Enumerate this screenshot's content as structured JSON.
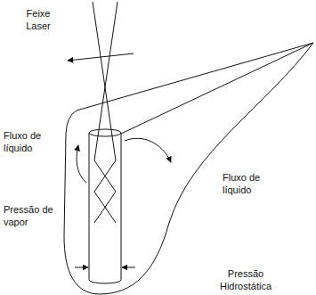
{
  "diagram": {
    "labels": [
      "Feixe Laser",
      "Fluxo de líquido",
      "Pressão de vapor",
      "Fluxo de líquido",
      "Pressão Hidrostática"
    ]
  }
}
